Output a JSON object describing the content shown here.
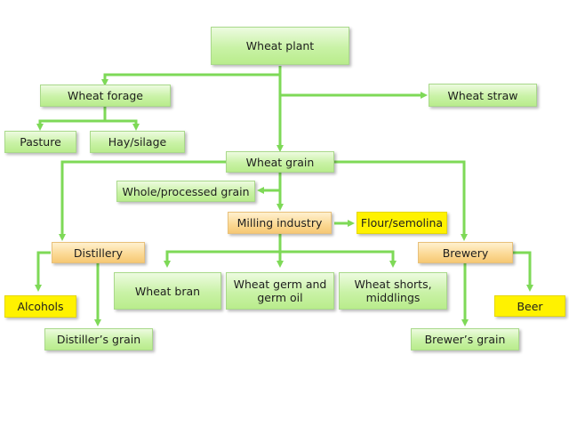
{
  "diagram": {
    "nodes": {
      "wheat_plant": "Wheat plant",
      "wheat_forage": "Wheat forage",
      "wheat_straw": "Wheat straw",
      "pasture": "Pasture",
      "hay_silage": "Hay/silage",
      "wheat_grain": "Wheat grain",
      "whole_processed_grain": "Whole/processed  grain",
      "milling_industry": "Milling industry",
      "flour_semolina": "Flour/semolina",
      "distillery": "Distillery",
      "brewery": "Brewery",
      "alcohols": "Alcohols",
      "beer": "Beer",
      "wheat_bran": "Wheat bran",
      "wheat_germ": "Wheat germ and germ oil",
      "wheat_shorts": "Wheat shorts, middlings",
      "distillers_grain": "Distiller’s grain",
      "brewers_grain": "Brewer’s grain"
    },
    "colors": {
      "connector": "#7ed957",
      "product_node": "#c9f2a6",
      "industry_node": "#fbd892",
      "final_product_node": "#fff200"
    },
    "edges": [
      {
        "from": "Wheat plant",
        "to": "Wheat forage"
      },
      {
        "from": "Wheat plant",
        "to": "Wheat straw"
      },
      {
        "from": "Wheat plant",
        "to": "Wheat grain"
      },
      {
        "from": "Wheat forage",
        "to": "Pasture"
      },
      {
        "from": "Wheat forage",
        "to": "Hay/silage"
      },
      {
        "from": "Wheat grain",
        "to": "Whole/processed grain"
      },
      {
        "from": "Wheat grain",
        "to": "Milling industry"
      },
      {
        "from": "Wheat grain",
        "to": "Distillery"
      },
      {
        "from": "Wheat grain",
        "to": "Brewery"
      },
      {
        "from": "Milling industry",
        "to": "Flour/semolina"
      },
      {
        "from": "Milling industry",
        "to": "Wheat bran"
      },
      {
        "from": "Milling industry",
        "to": "Wheat germ and germ oil"
      },
      {
        "from": "Milling industry",
        "to": "Wheat shorts, middlings"
      },
      {
        "from": "Distillery",
        "to": "Alcohols"
      },
      {
        "from": "Distillery",
        "to": "Distiller’s grain"
      },
      {
        "from": "Brewery",
        "to": "Beer"
      },
      {
        "from": "Brewery",
        "to": "Brewer’s grain"
      }
    ]
  }
}
